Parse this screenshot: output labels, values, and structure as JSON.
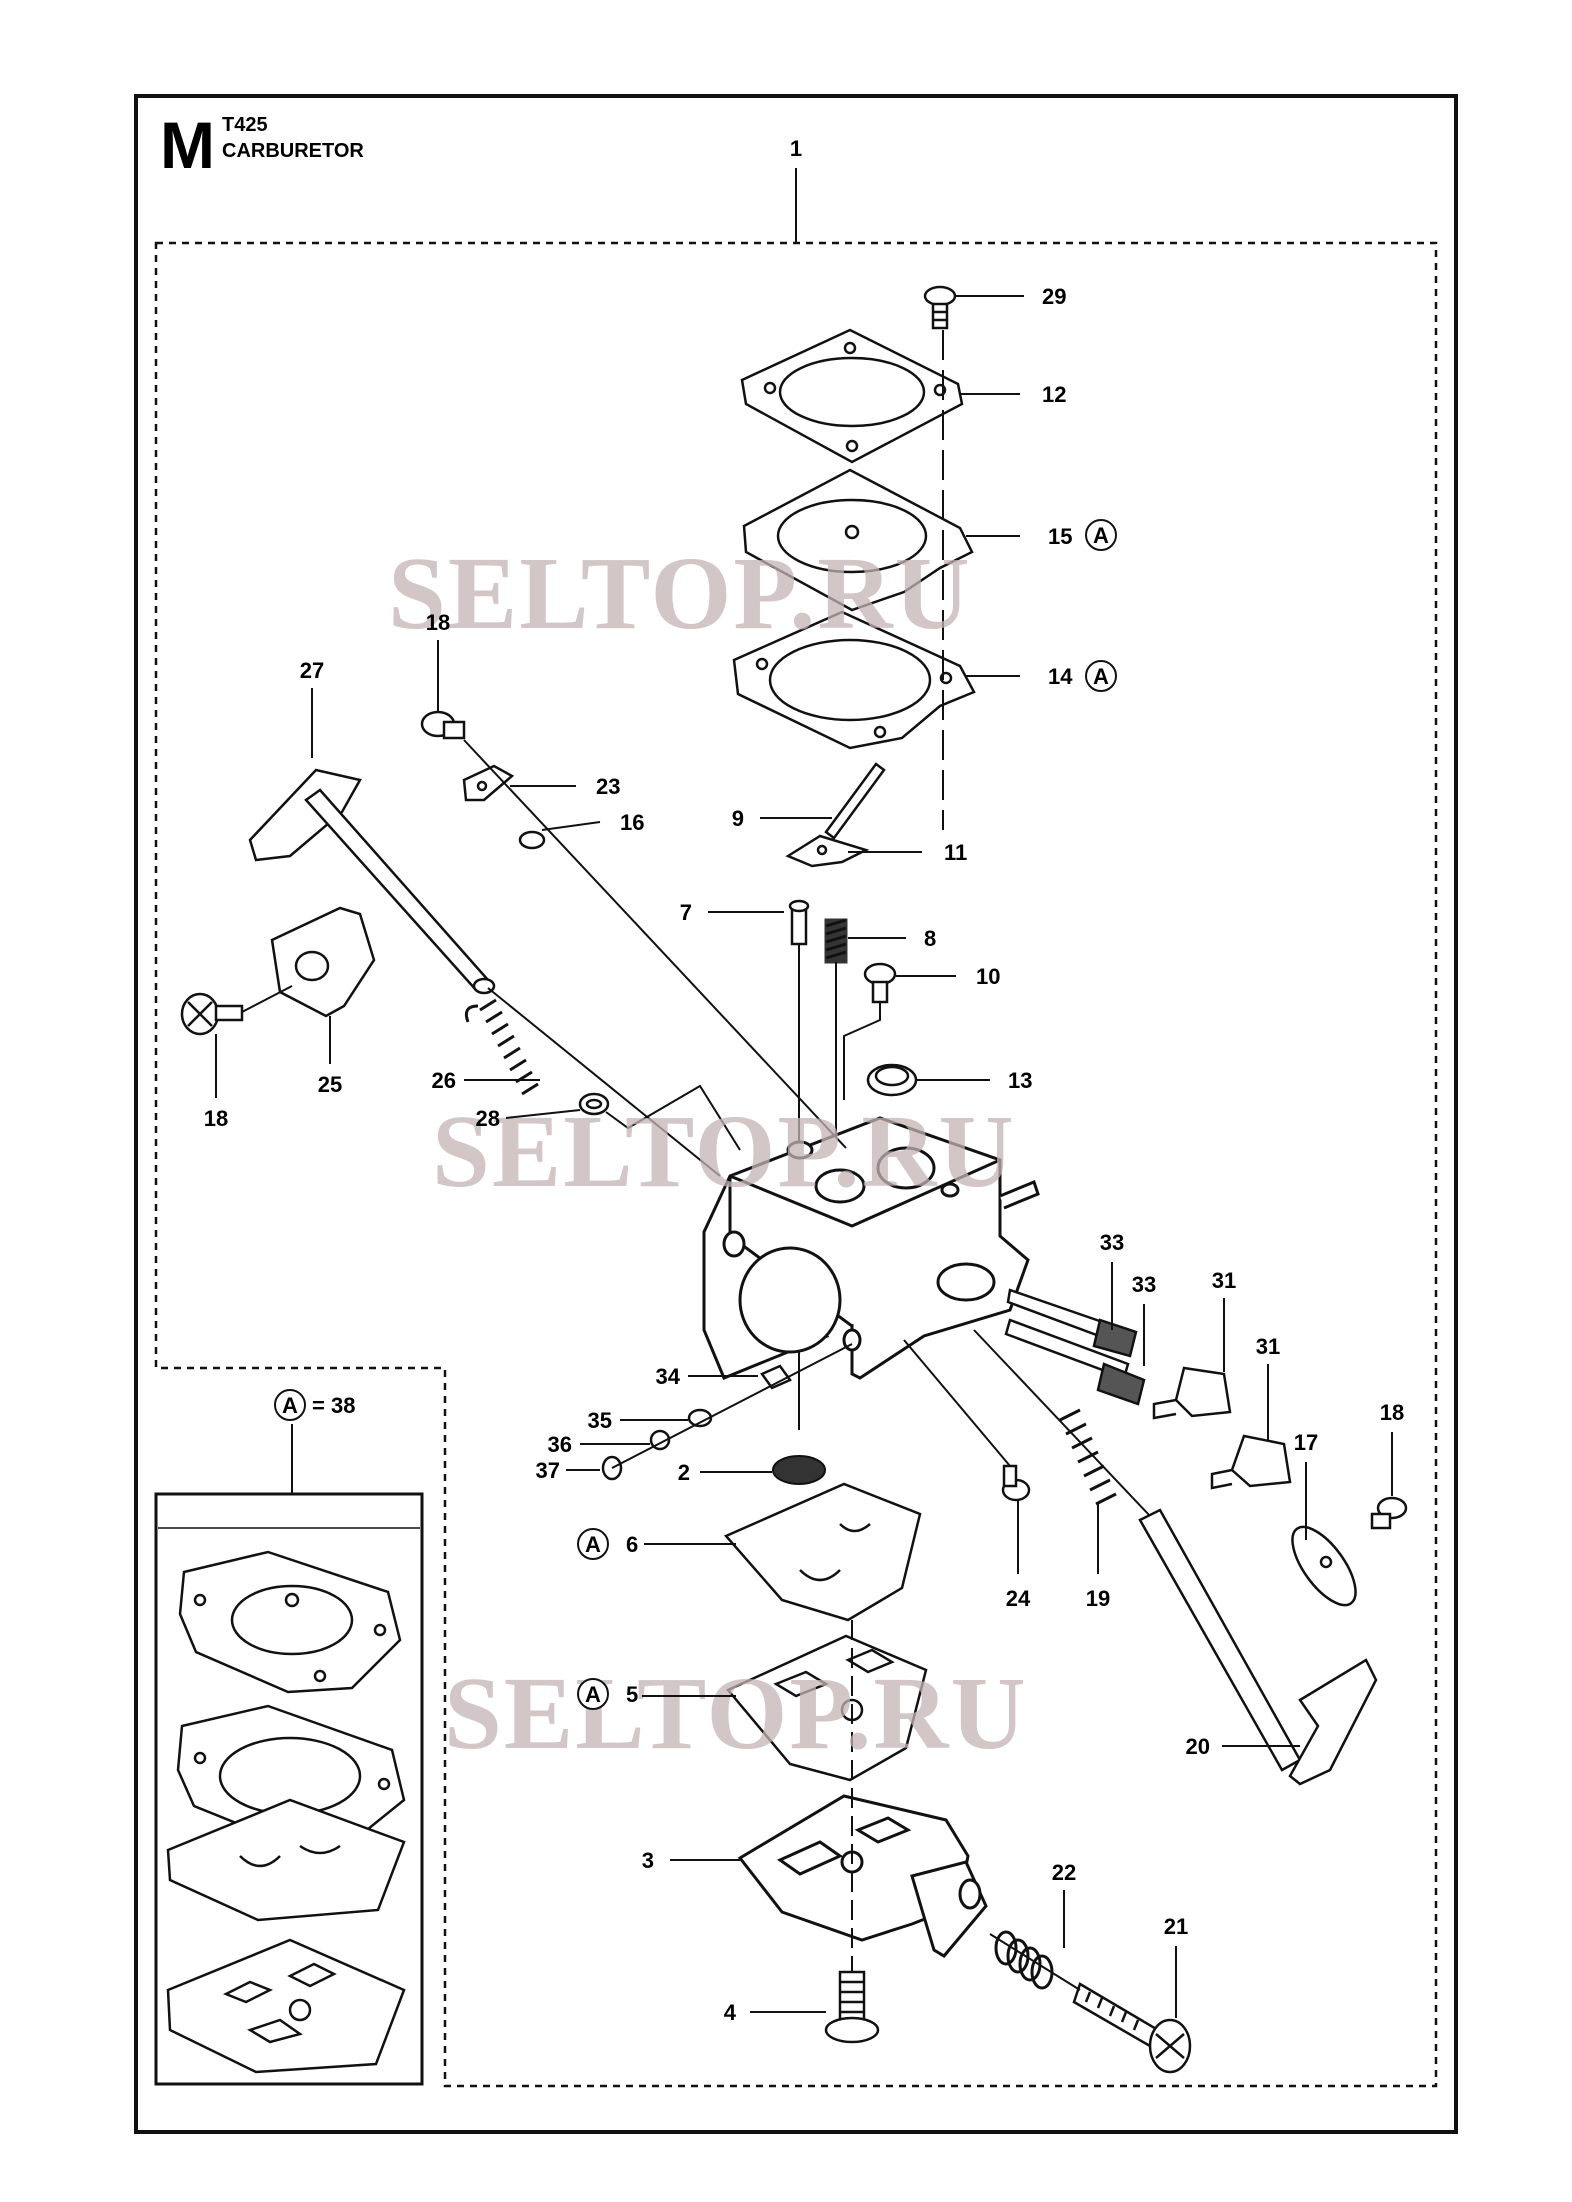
{
  "header": {
    "section_letter": "M",
    "model": "T425",
    "title": "CARBURETOR"
  },
  "kit": {
    "symbol": "A",
    "equals_label": "= 38"
  },
  "watermark": "SELTOP.RU",
  "callouts": [
    {
      "id": "c1",
      "label": "1"
    },
    {
      "id": "c29",
      "label": "29"
    },
    {
      "id": "c12",
      "label": "12"
    },
    {
      "id": "c15",
      "label": "15",
      "kit": true
    },
    {
      "id": "c14",
      "label": "14",
      "kit": true
    },
    {
      "id": "c18a",
      "label": "18"
    },
    {
      "id": "c27",
      "label": "27"
    },
    {
      "id": "c23",
      "label": "23"
    },
    {
      "id": "c16",
      "label": "16"
    },
    {
      "id": "c9",
      "label": "9"
    },
    {
      "id": "c11",
      "label": "11"
    },
    {
      "id": "c7",
      "label": "7"
    },
    {
      "id": "c8",
      "label": "8"
    },
    {
      "id": "c10",
      "label": "10"
    },
    {
      "id": "c18b",
      "label": "18"
    },
    {
      "id": "c25",
      "label": "25"
    },
    {
      "id": "c26",
      "label": "26"
    },
    {
      "id": "c13",
      "label": "13"
    },
    {
      "id": "c28",
      "label": "28"
    },
    {
      "id": "c33a",
      "label": "33"
    },
    {
      "id": "c33b",
      "label": "33"
    },
    {
      "id": "c31a",
      "label": "31"
    },
    {
      "id": "c31b",
      "label": "31"
    },
    {
      "id": "c34",
      "label": "34"
    },
    {
      "id": "c35",
      "label": "35"
    },
    {
      "id": "c36",
      "label": "36"
    },
    {
      "id": "c37",
      "label": "37"
    },
    {
      "id": "c2",
      "label": "2"
    },
    {
      "id": "c17",
      "label": "17"
    },
    {
      "id": "c18c",
      "label": "18"
    },
    {
      "id": "c6",
      "label": "6",
      "kit": true
    },
    {
      "id": "c24",
      "label": "24"
    },
    {
      "id": "c19",
      "label": "19"
    },
    {
      "id": "c5",
      "label": "5",
      "kit": true
    },
    {
      "id": "c20",
      "label": "20"
    },
    {
      "id": "c3",
      "label": "3"
    },
    {
      "id": "c22",
      "label": "22"
    },
    {
      "id": "c21",
      "label": "21"
    },
    {
      "id": "c4",
      "label": "4"
    }
  ]
}
